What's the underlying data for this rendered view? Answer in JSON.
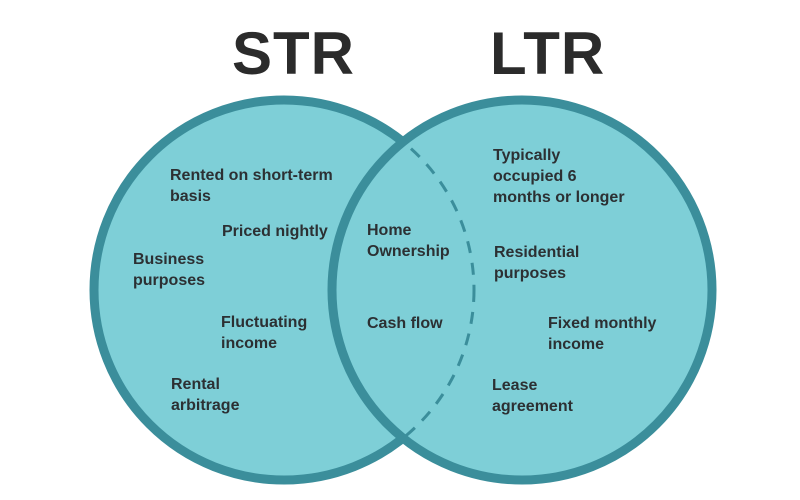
{
  "titles": {
    "left": "STR",
    "right": "LTR"
  },
  "colors": {
    "fill": "#7ecfd7",
    "stroke": "#3b8e9b",
    "text": "#2c3033",
    "title": "#2b2b2b"
  },
  "left_only": [
    "Rented on short-term\nbasis",
    "Priced nightly",
    "Business\npurposes",
    "Fluctuating\nincome",
    "Rental\narbitrage"
  ],
  "overlap": [
    "Home\nOwnership",
    "Cash flow"
  ],
  "right_only": [
    "Typically\noccupied 6\nmonths or longer",
    "Residential\npurposes",
    "Fixed monthly\nincome",
    "Lease\nagreement"
  ]
}
